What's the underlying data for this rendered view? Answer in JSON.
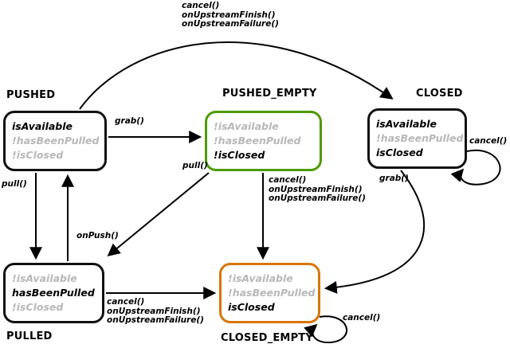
{
  "colors": {
    "background": "#ffffff",
    "state_border_default": "#111111",
    "state_border_pushed_empty": "#4e9a06",
    "state_border_closed_empty": "#d87508",
    "flag_active_text": "#000000",
    "flag_inactive_text": "#b8b8b8",
    "arrow": "#000000"
  },
  "states": {
    "pushed": {
      "name": "PUSHED",
      "flags": [
        {
          "text": "isAvailable",
          "highlighted": true
        },
        {
          "text": "!hasBeenPulled",
          "highlighted": false
        },
        {
          "text": "!isClosed",
          "highlighted": false
        }
      ]
    },
    "pushed_empty": {
      "name": "PUSHED_EMPTY",
      "flags": [
        {
          "text": "!isAvailable",
          "highlighted": false
        },
        {
          "text": "!hasBeenPulled",
          "highlighted": false
        },
        {
          "text": "!isClosed",
          "highlighted": true
        }
      ]
    },
    "closed": {
      "name": "CLOSED",
      "flags": [
        {
          "text": "isAvailable",
          "highlighted": true
        },
        {
          "text": "!hasBeenPulled",
          "highlighted": false
        },
        {
          "text": "isClosed",
          "highlighted": true
        }
      ]
    },
    "pulled": {
      "name": "PULLED",
      "flags": [
        {
          "text": "!isAvailable",
          "highlighted": false
        },
        {
          "text": "hasBeenPulled",
          "highlighted": true
        },
        {
          "text": "!isClosed",
          "highlighted": false
        }
      ]
    },
    "closed_empty": {
      "name": "CLOSED_EMPTY",
      "flags": [
        {
          "text": "!isAvailable",
          "highlighted": false
        },
        {
          "text": "!hasBeenPulled",
          "highlighted": false
        },
        {
          "text": "isClosed",
          "highlighted": true
        }
      ]
    }
  },
  "transitions": {
    "pushed_to_closed": {
      "label_lines": [
        "cancel()",
        "onUpstreamFinish()",
        "onUpstreamFailure()"
      ]
    },
    "pushed_to_pushed_empty": {
      "label": "grab()"
    },
    "pushed_to_pulled": {
      "label": "pull()"
    },
    "pulled_to_pushed": {
      "label": "onPush()"
    },
    "pushed_empty_to_pulled": {
      "label": "pull()"
    },
    "pushed_empty_to_closed_empty": {
      "label_lines": [
        "cancel()",
        "onUpstreamFinish()",
        "onUpstreamFailure()"
      ]
    },
    "pulled_to_closed_empty": {
      "label_lines": [
        "cancel()",
        "onUpstreamFinish()",
        "onUpstreamFailure()"
      ]
    },
    "closed_to_closed_empty": {
      "label": "grab()"
    },
    "closed_self": {
      "label": "cancel()"
    },
    "closed_empty_self": {
      "label": "cancel()"
    }
  }
}
